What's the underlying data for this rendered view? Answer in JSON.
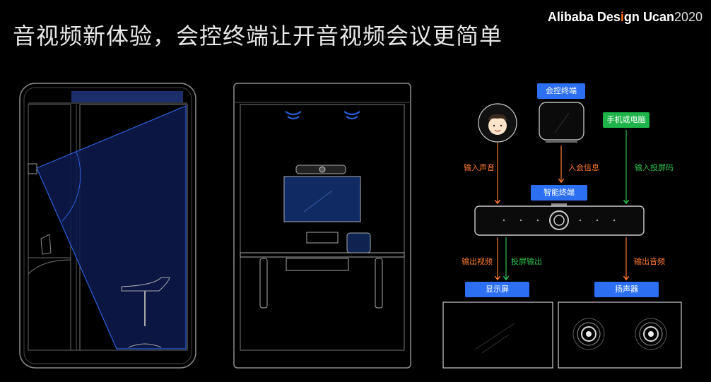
{
  "header": {
    "title": "音视频新体验，会控终端让开音视频会议更简单",
    "brand_name": "Alibaba",
    "brand_design_pre": "Des",
    "brand_design_dot": "i",
    "brand_design_post": "gn",
    "brand_ucan": "Ucan",
    "brand_year": "2020"
  },
  "diagram": {
    "tags": {
      "control_terminal": "会控终端",
      "phone_or_pc": "手机或电脑",
      "smart_terminal": "智能终端",
      "display": "显示屏",
      "speaker": "扬声器"
    },
    "labels": {
      "input_voice": "输入声音",
      "join_info": "入会信息",
      "input_cast_code": "输入投屏码",
      "output_video": "输出视频",
      "cast_output": "投屏输出",
      "output_audio": "输出音频"
    },
    "colors": {
      "blue": "#2c6ff2",
      "green": "#1eb44a",
      "orange": "#ff7a2f",
      "background": "#000000"
    }
  }
}
